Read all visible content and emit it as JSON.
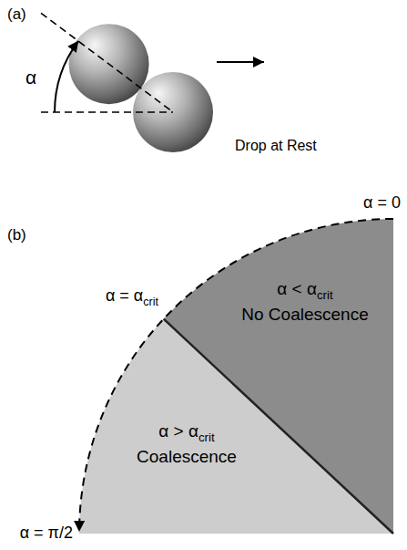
{
  "diagram": {
    "nodes": [
      {
        "text": [
          "α < αcrit",
          "No Coalescence"
        ]
      },
      {
        "text": [
          "α > αcrit",
          "Coalescence"
        ]
      }
    ],
    "labels": [
      "(a)",
      "α",
      "Drop at Rest",
      "(b)",
      "α = 0",
      "α = αcrit",
      "α = π/2"
    ]
  }
}
